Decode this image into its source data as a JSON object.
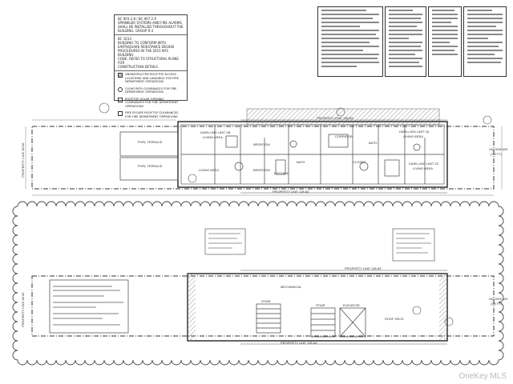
{
  "legend": {
    "header_lines": [
      "BC 903.2.8 / BC 907.2.9",
      "SPRINKLER SYSTEMS AND FIRE ALARMS",
      "SHALL BE INSTALLED THROUGHOUT THE",
      "BUILDING. GROUP R-3"
    ],
    "sub_header_lines": [
      "BC 1613",
      "BUILDING TO CONFORM WITH",
      "EARTHQUAKE RESISTANCE DESIGN",
      "PROCEDURES IN THE 2015 NYS BUILDING",
      "CODE. REFER TO STRUCTURAL PLANS FOR",
      "CONSTRUCTION DETAILS"
    ],
    "rows": [
      {
        "symbol": "",
        "text": "UNOBSTRUCTED ROOFTOP ACCESS LOCATIONS AND LANDINGS FOR FIRE DEPARTMENT OPERATIONS"
      },
      {
        "symbol": "",
        "text": "CLEAR PATH CLEARANCES FOR FIRE DEPARTMENT OPERATIONS"
      },
      {
        "symbol": "",
        "text": "ROOFTOP SOLAR OPENING CLEARANCES FOR FIRE DEPARTMENT OPERATIONS"
      },
      {
        "symbol": "",
        "text": "FIRE ESCAPE ROOFTOP CLEARANCES FOR FIRE DEPARTMENT OPERATIONS"
      }
    ]
  },
  "plan_top": {
    "property_line_top": "PROPERTY LINE 138.84'",
    "property_line_bottom": "PROPERTY LINE 138.84'",
    "street": "HILLSIDE AVE",
    "street_width": "(100 FT.)",
    "property_line_left": "PROPERTY LINE 38.00'",
    "rooms": [
      "PVRL TERRACE",
      "PVRL TERRACE",
      "DWELLING UNIT 2B",
      "LIVING AREA",
      "LIVING AREA",
      "BEDROOM",
      "BEDROOM",
      "KITCHEN",
      "CORRIDOR",
      "DWELLING UNIT 2A",
      "LIVING AREA",
      "DWELLING UNIT 2C",
      "LIVING AREA",
      "BATH",
      "BATH",
      "CLOSET"
    ]
  },
  "plan_bottom": {
    "property_line_top": "PROPERTY LINE 138.84'",
    "property_line_bottom": "PROPERTY LINE 138.84'",
    "street": "HILLSIDE AVE",
    "street_width": "(100 FT.)",
    "property_line_left": "PROPERTY LINE 38.00'",
    "rooms": [
      "STAIR",
      "STAIR",
      "ELEVATOR",
      "MECHANICAL",
      "ROOF DECK"
    ]
  },
  "watermark": "OneKey MLS",
  "colors": {
    "line": "#333333",
    "cloud": "#444444",
    "hatch": "#9a9a9a",
    "paper": "#ffffff"
  }
}
